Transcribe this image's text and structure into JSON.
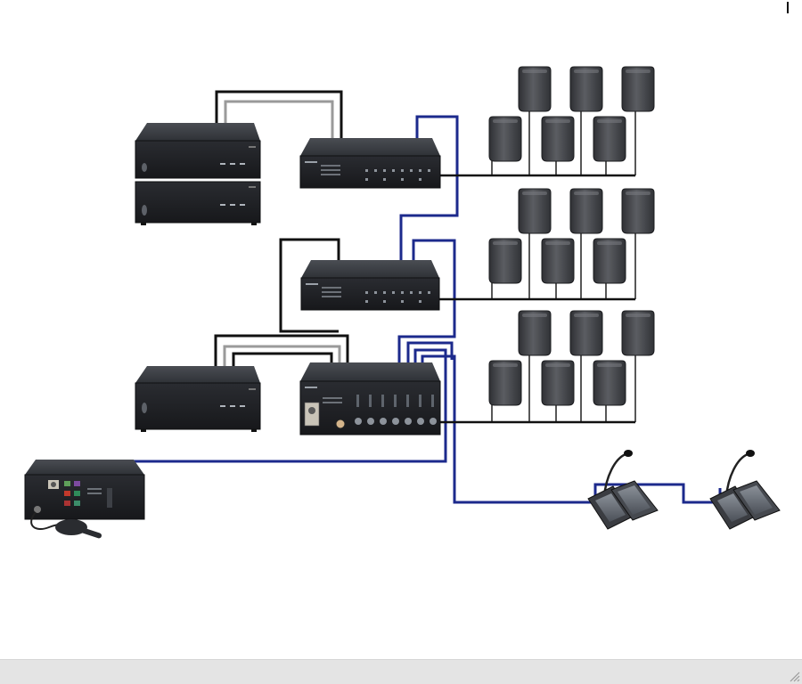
{
  "diagram": {
    "devices": {
      "amplifier_stack_top": "amplifier",
      "amplifier_stack_bottom": "amplifier",
      "amplifier_lower": "amplifier",
      "router_1": "router",
      "router_2": "router",
      "controller": "controller",
      "call_station_panel": "call-station-panel",
      "microphone_station_1": "microphone-station",
      "microphone_station_2": "microphone-station"
    },
    "speaker_zones": 3,
    "speakers_per_zone": 6,
    "cable_colors": {
      "network": "#1c2a8c",
      "audio_dark": "#111111",
      "audio_light": "#9a9a9a"
    },
    "device_colors": {
      "chassis": "#2b2e33",
      "speaker": "#3c3e42"
    }
  },
  "window": {
    "footer_color": "#e4e4e4"
  }
}
